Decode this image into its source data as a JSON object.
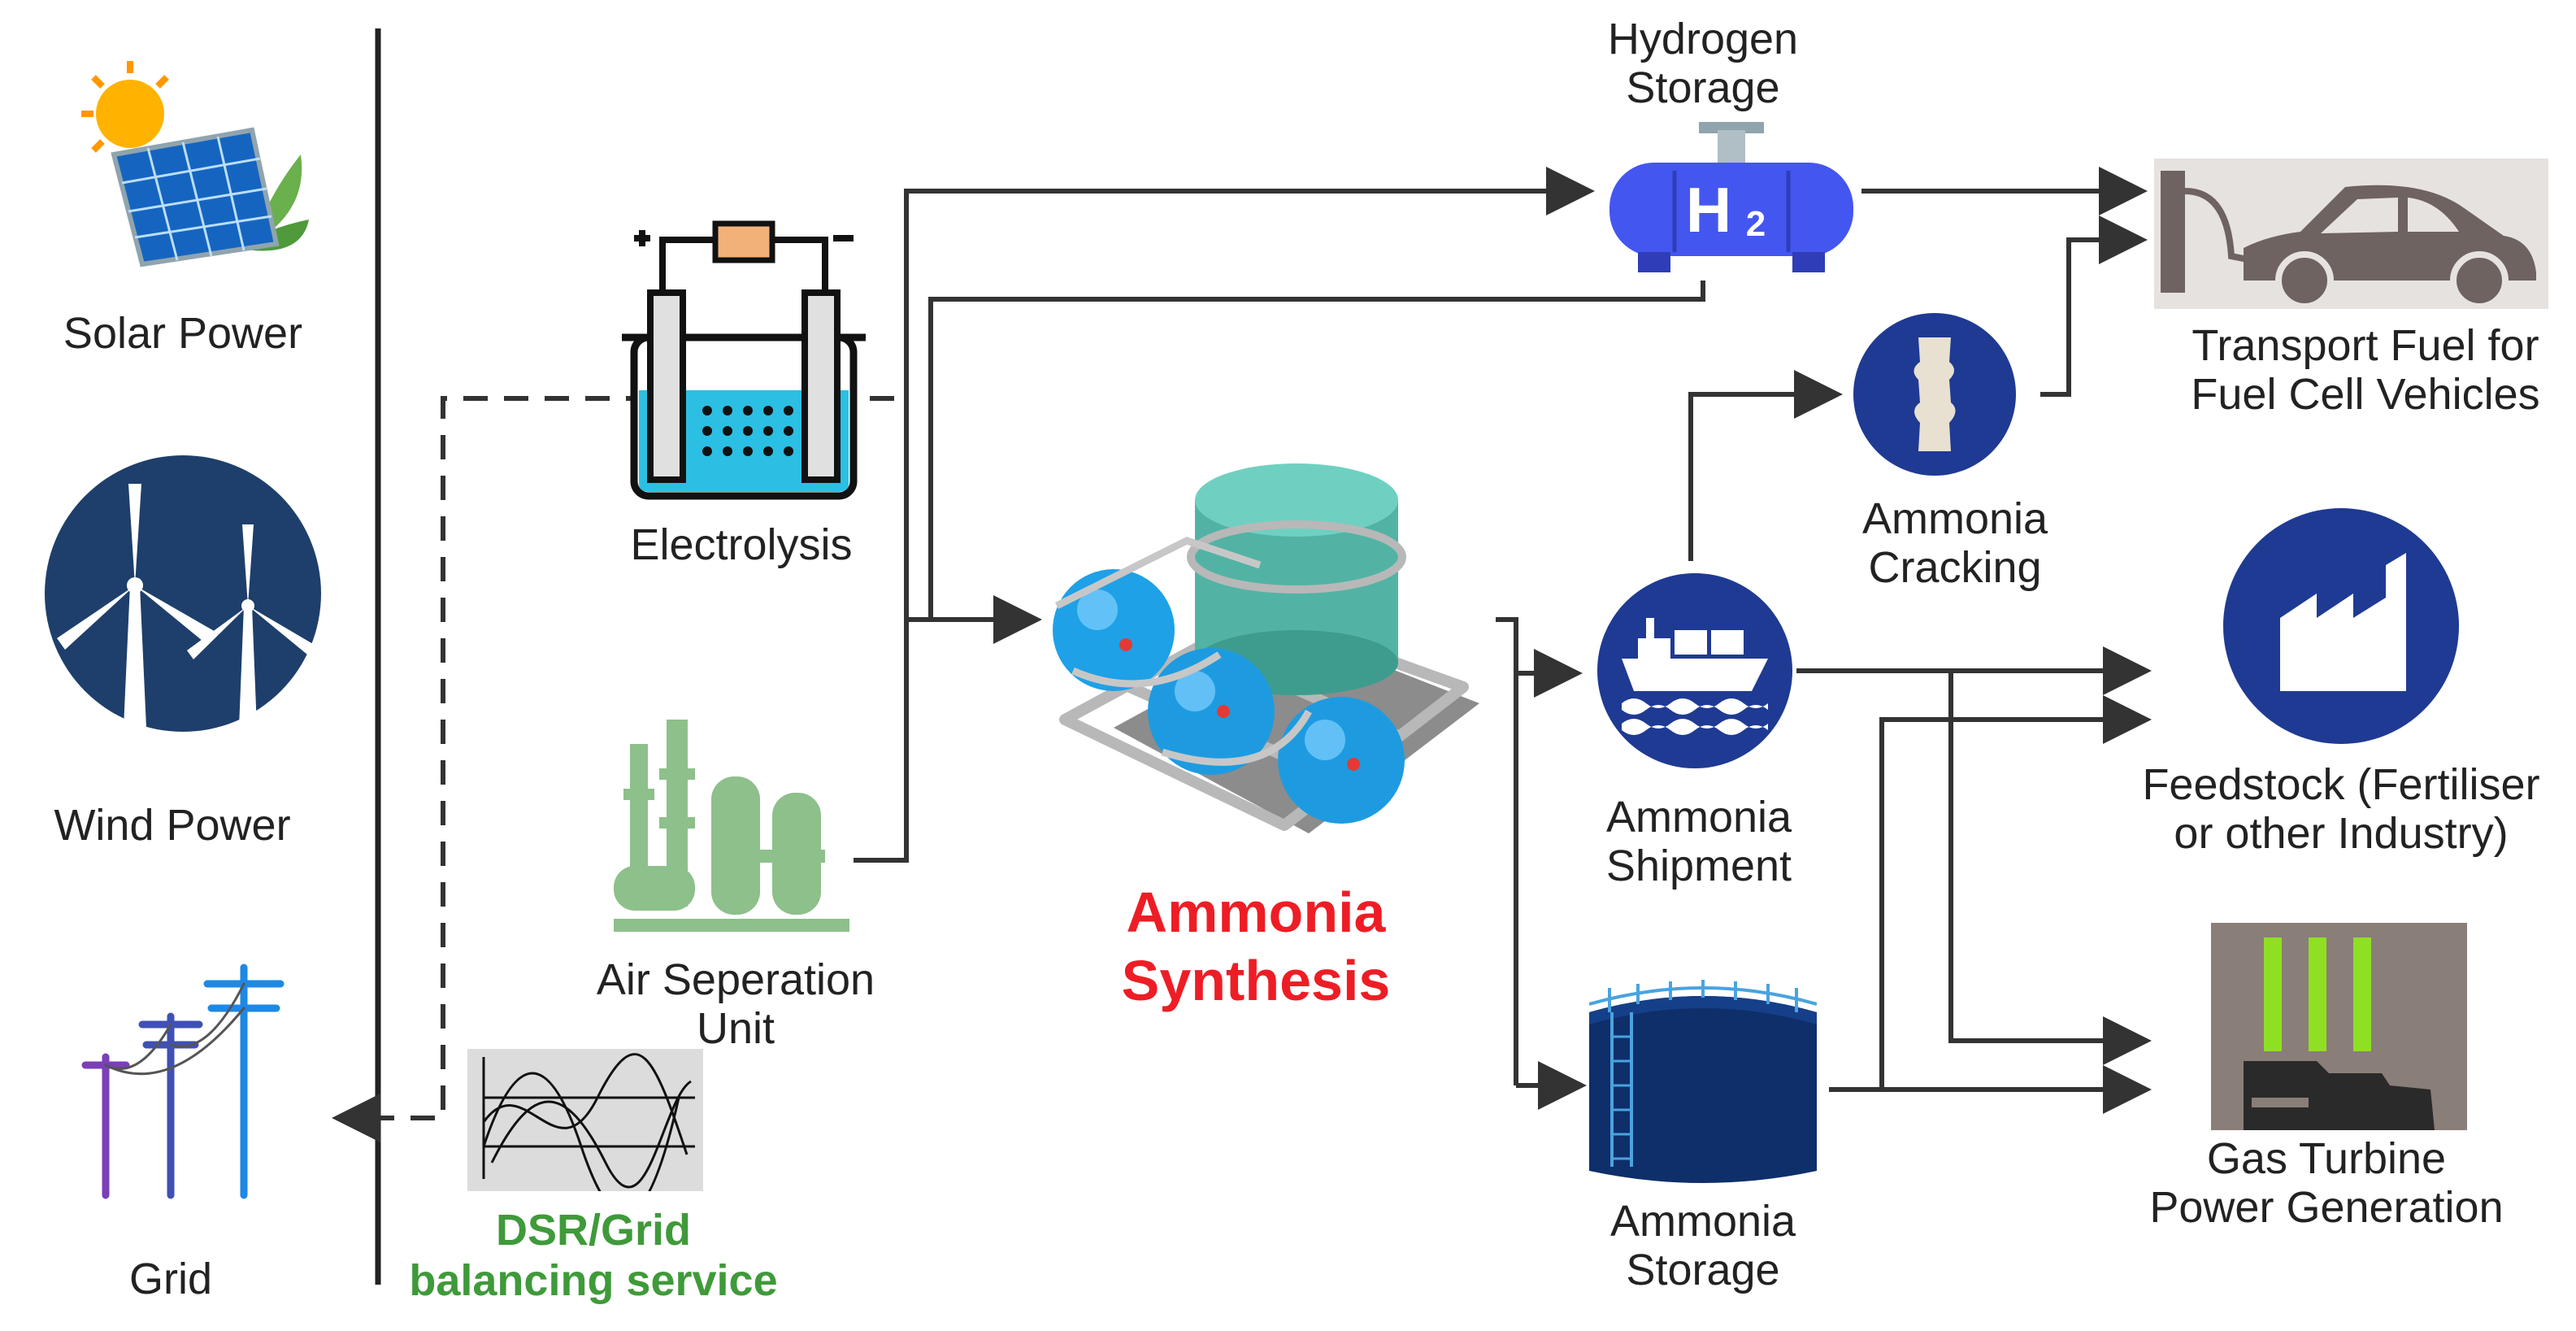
{
  "sources": {
    "solar": "Solar Power",
    "wind": "Wind Power",
    "grid": "Grid"
  },
  "processes": {
    "electrolysis": "Electrolysis",
    "asu": [
      "Air Seperation",
      "Unit"
    ],
    "synthesis": [
      "Ammonia",
      "Synthesis"
    ],
    "dsr": [
      "DSR/Grid",
      "balancing service"
    ]
  },
  "outputs": {
    "hydrogen_storage": [
      "Hydrogen",
      "Storage"
    ],
    "h2_symbol": "H",
    "h2_subscript": "2",
    "cracking": [
      "Ammonia",
      "Cracking"
    ],
    "shipment": [
      "Ammonia",
      "Shipment"
    ],
    "ammonia_storage": [
      "Ammonia",
      "Storage"
    ],
    "transport": [
      "Transport Fuel for",
      "Fuel Cell Vehicles"
    ],
    "feedstock": [
      "Feedstock (Fertiliser",
      "or other Industry)"
    ],
    "turbine": [
      "Gas Turbine",
      "Power Generation"
    ]
  },
  "colors": {
    "red_title": "#ee1d25",
    "green_title": "#3f9a3a",
    "navy_circle": "#1f3a93",
    "arrow": "#333333",
    "asu_green": "#8dc08a"
  }
}
